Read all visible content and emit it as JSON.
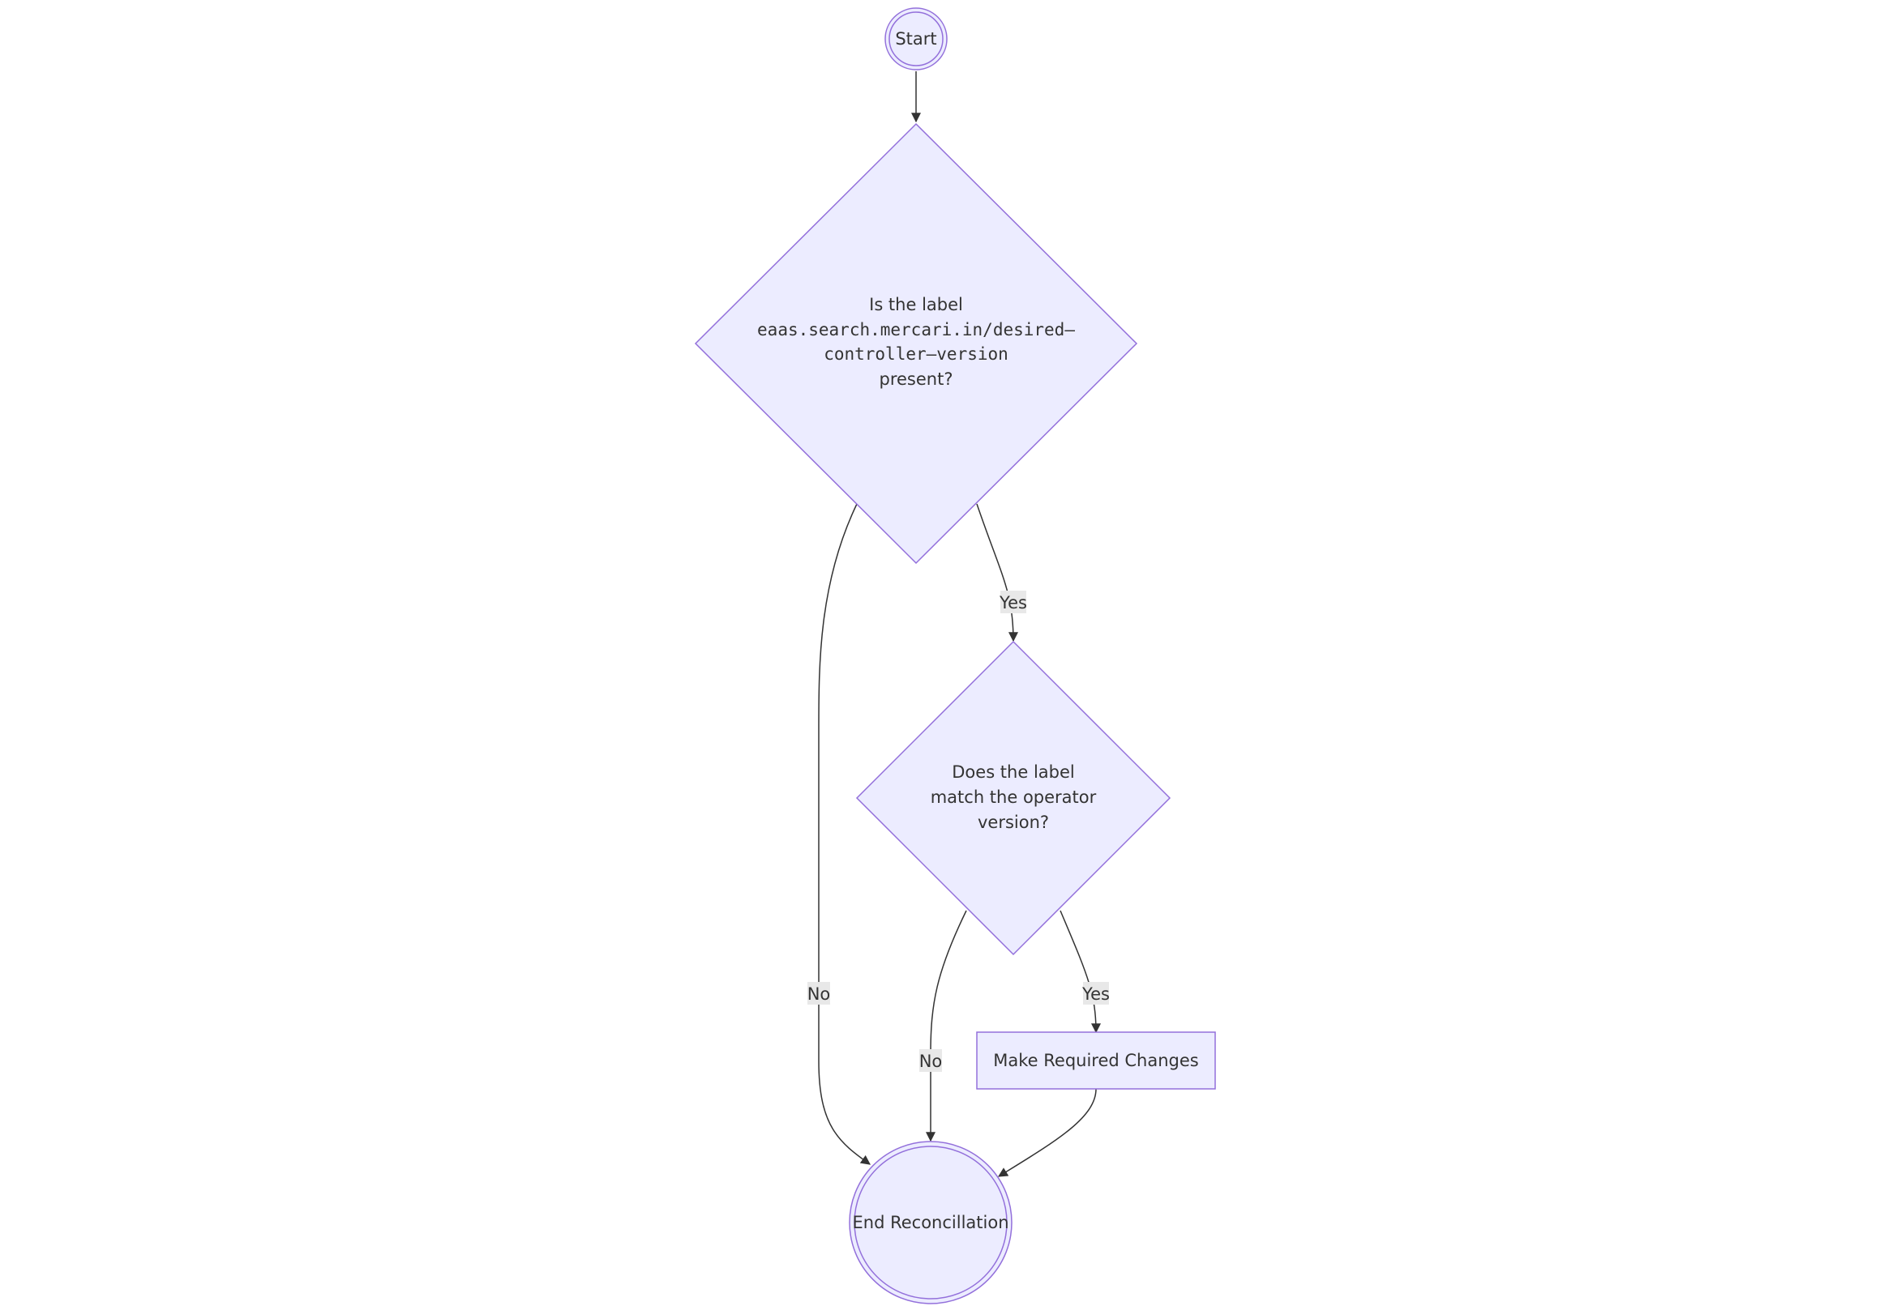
{
  "diagram": {
    "type": "flowchart",
    "nodes": {
      "start": {
        "label": "Start"
      },
      "label_present": {
        "line1": "Is the label",
        "line2": "eaas.search.mercari.in/desired–",
        "line3": "controller–version",
        "line4": "present?"
      },
      "label_match": {
        "line1": "Does the label",
        "line2": "match the operator",
        "line3": "version?"
      },
      "make_changes": {
        "label": "Make Required Changes"
      },
      "end": {
        "label": "End Reconcillation"
      }
    },
    "edges": {
      "present_no": "No",
      "present_yes": "Yes",
      "match_no": "No",
      "match_yes": "Yes"
    },
    "colors": {
      "node_fill": "#ececff",
      "node_stroke": "#9370db",
      "edge": "#333333",
      "edge_label_bg": "#e8e8e8"
    }
  }
}
